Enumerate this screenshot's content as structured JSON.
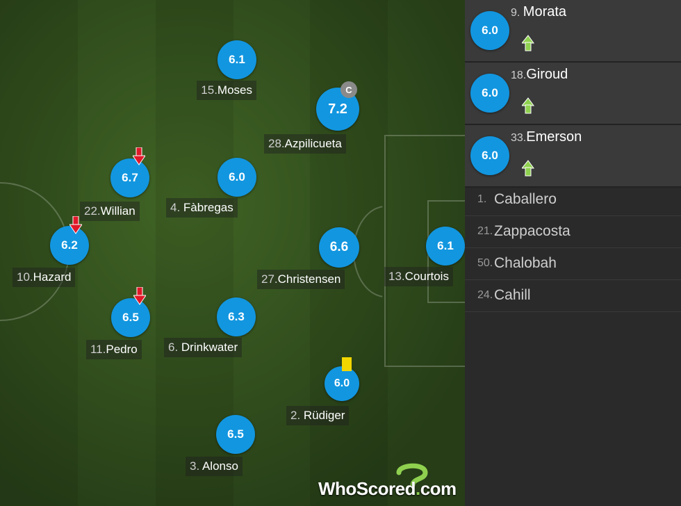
{
  "players": [
    {
      "rating": "6.1",
      "num": "15.",
      "name": "Moses"
    },
    {
      "rating": "7.2",
      "num": "28.",
      "name": "Azpilicueta",
      "captain": "C"
    },
    {
      "rating": "6.7",
      "num": "22.",
      "name": "Willian"
    },
    {
      "rating": "6.0",
      "num": "4. ",
      "name": "Fàbregas"
    },
    {
      "rating": "6.2",
      "num": "10.",
      "name": "Hazard"
    },
    {
      "rating": "6.6",
      "num": "27.",
      "name": "Christensen"
    },
    {
      "rating": "6.1",
      "num": "13.",
      "name": "Courtois"
    },
    {
      "rating": "6.5",
      "num": "11.",
      "name": "Pedro"
    },
    {
      "rating": "6.3",
      "num": "6. ",
      "name": "Drinkwater"
    },
    {
      "rating": "6.0",
      "num": "2. ",
      "name": "Rüdiger"
    },
    {
      "rating": "6.5",
      "num": "3. ",
      "name": "Alonso"
    }
  ],
  "substitutes_used": [
    {
      "rating": "6.0",
      "num": "9. ",
      "name": "Morata"
    },
    {
      "rating": "6.0",
      "num": "18.",
      "name": "Giroud"
    },
    {
      "rating": "6.0",
      "num": "33.",
      "name": "Emerson"
    }
  ],
  "bench": [
    {
      "num": "1.",
      "name": "Caballero"
    },
    {
      "num": "21.",
      "name": "Zappacosta"
    },
    {
      "num": "50.",
      "name": "Chalobah"
    },
    {
      "num": "24.",
      "name": "Cahill"
    }
  ],
  "logo": {
    "text": "WhoScored",
    "suffix": ".com"
  },
  "icons": {
    "sub_off": "red-down-arrow-icon",
    "sub_on": "green-up-arrow-icon",
    "card": "yellow-card-icon",
    "captain": "captain-badge-icon"
  },
  "colors": {
    "rating_bg": "#1296e0",
    "sub_off": "#e0192a",
    "sub_on": "#8fd14f",
    "yellow_card": "#f2d600"
  }
}
